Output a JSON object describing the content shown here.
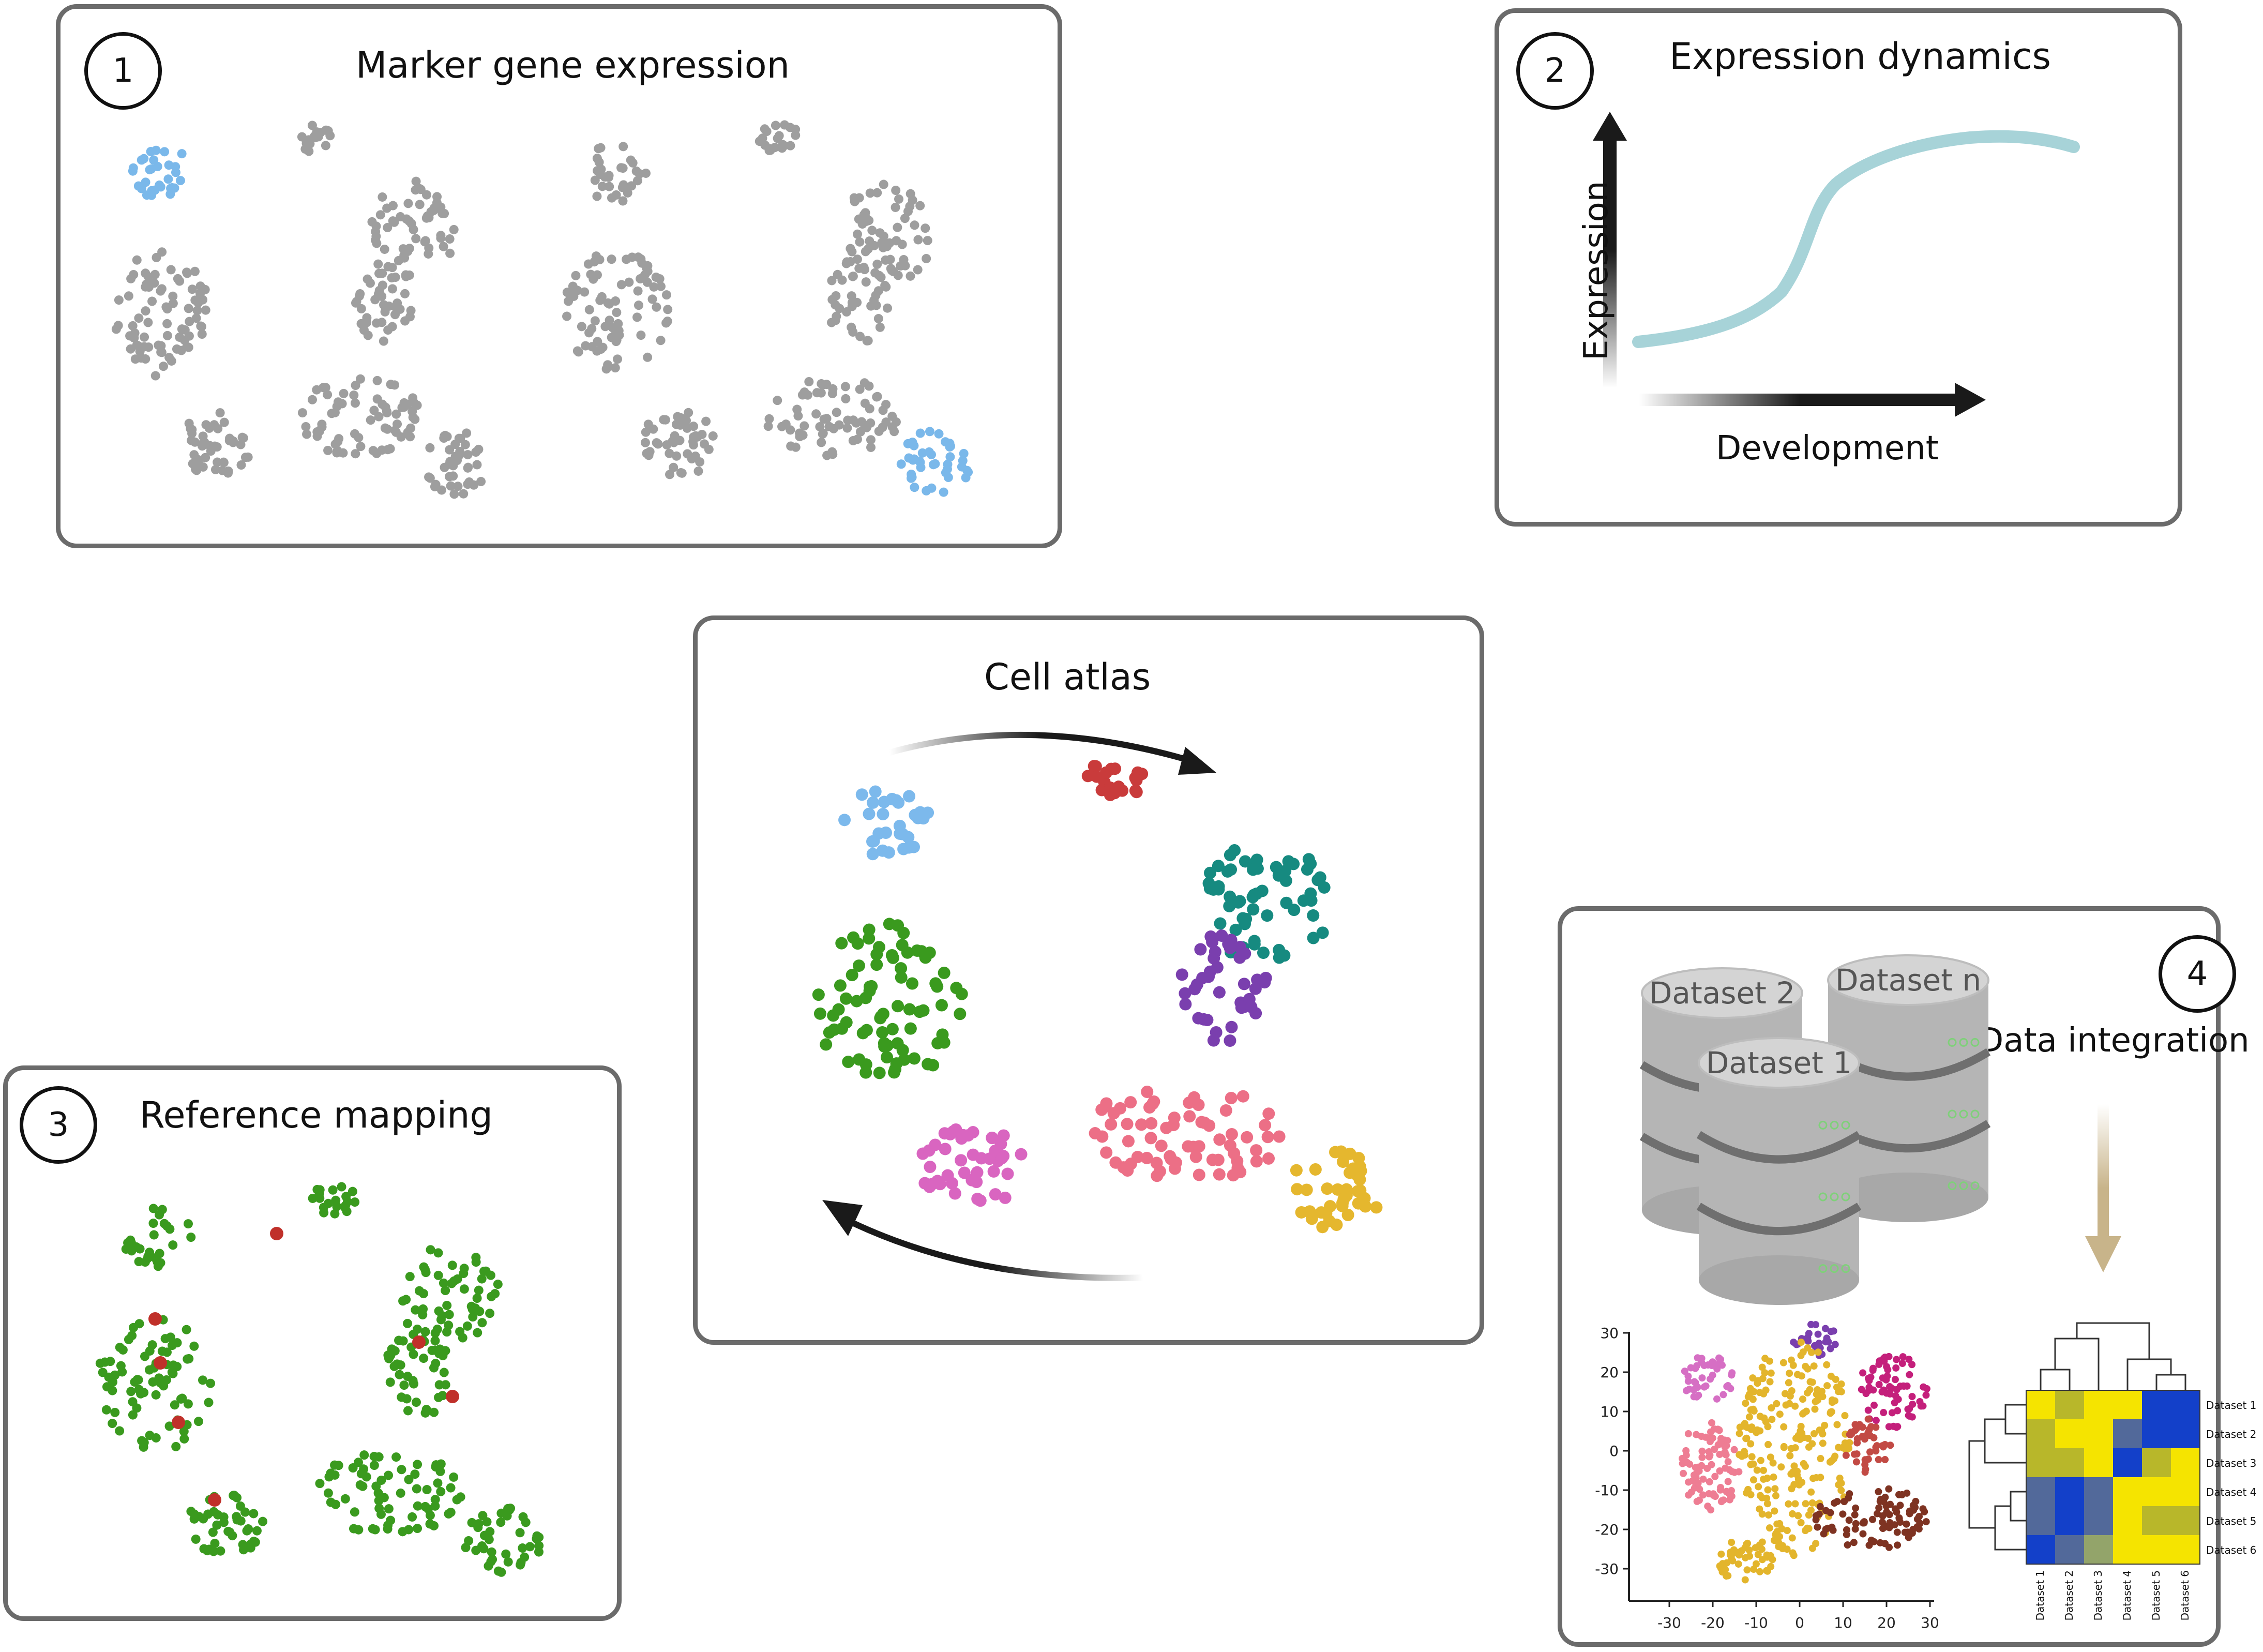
{
  "panels": {
    "marker": {
      "number": "1",
      "title": "Marker gene expression"
    },
    "dynamics": {
      "number": "2",
      "title": "Expression dynamics",
      "ylabel": "Expression",
      "xlabel": "Development"
    },
    "atlas": {
      "title": "Cell atlas"
    },
    "reference": {
      "number": "3",
      "title": "Reference mapping"
    },
    "integration": {
      "number": "4",
      "title": "Data integration",
      "databases": [
        "Dataset 2",
        "Dataset n",
        "Dataset 1"
      ],
      "tsne_x_ticks": [
        "-30",
        "-20",
        "-10",
        "0",
        "10",
        "20",
        "30"
      ],
      "tsne_y_ticks": [
        "30",
        "20",
        "10",
        "0",
        "-10",
        "-20",
        "-30"
      ],
      "heatmap_labels": [
        "Dataset 1",
        "Dataset 2",
        "Dataset 3",
        "Dataset 4",
        "Dataset 5",
        "Dataset 6"
      ]
    }
  },
  "colors": {
    "border": "#6b6b6b",
    "gray": "#9e9e9e",
    "highlight_blue": "#7ab8ea",
    "curve": "#a7d3d8",
    "green": "#3a9a1e",
    "mapped_red": "#c0302a",
    "atlas": [
      "#c93b3b",
      "#7cb9ec",
      "#168a80",
      "#7a3fae",
      "#3a9a1e",
      "#ec6f86",
      "#d965c0",
      "#e5b72e"
    ],
    "heat_yellow": "#f5e400",
    "heat_olive": "#b8b72a",
    "heat_blue": "#1340c9",
    "heat_grayblue": "#52699a",
    "arrow_tan": "#c8b48a"
  }
}
